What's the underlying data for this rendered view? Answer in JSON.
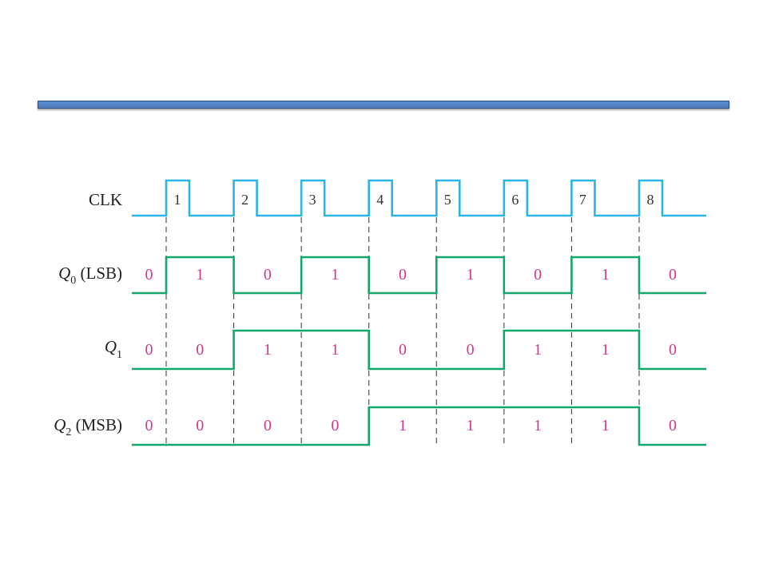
{
  "diagram": {
    "clock": {
      "label": "CLK",
      "pulse_labels": [
        "1",
        "2",
        "3",
        "4",
        "5",
        "6",
        "7",
        "8"
      ]
    },
    "signals": [
      {
        "label_main": "Q",
        "label_sub": "0",
        "label_suffix": " (LSB)",
        "values": [
          "0",
          "1",
          "0",
          "1",
          "0",
          "1",
          "0",
          "1",
          "0"
        ]
      },
      {
        "label_main": "Q",
        "label_sub": "1",
        "values": [
          "0",
          "0",
          "1",
          "1",
          "0",
          "0",
          "1",
          "1",
          "0"
        ]
      },
      {
        "label_main": "Q",
        "label_sub": "2",
        "label_suffix": " (MSB)",
        "values": [
          "0",
          "0",
          "0",
          "0",
          "1",
          "1",
          "1",
          "1",
          "0"
        ]
      }
    ]
  },
  "colors": {
    "header_bar": "#4f81bd",
    "header_bar_edge": "#2c5088",
    "clock": "#2cb4e6",
    "signal": "#13a86b",
    "state_digits": "#d4358f",
    "labels": "#231f20",
    "guides": "#444444"
  }
}
